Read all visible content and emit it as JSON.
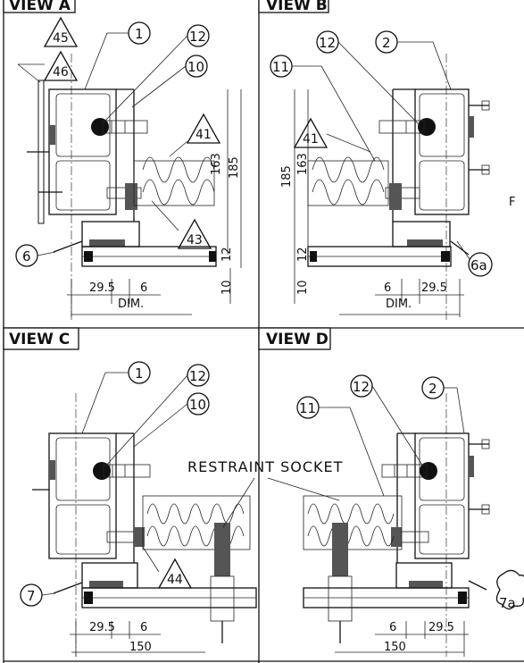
{
  "views": [
    {
      "title": "VIEW A",
      "dims": {
        "d1": "29.5",
        "d2": "6",
        "overall": "DIM.",
        "h1": "163",
        "h2": "185",
        "v1": "12",
        "v2": "10"
      },
      "callouts": [
        "1",
        "12",
        "10",
        "6"
      ],
      "triangles": [
        "45",
        "46",
        "41",
        "43"
      ]
    },
    {
      "title": "VIEW B",
      "dims": {
        "d1": "6",
        "d2": "29.5",
        "overall": "DIM.",
        "h1": "163",
        "h2": "185",
        "v1": "12",
        "v2": "10"
      },
      "callouts": [
        "12",
        "2",
        "11",
        "6a"
      ],
      "triangles": [
        "41"
      ],
      "edge_letter": "F"
    },
    {
      "title": "VIEW C",
      "dims": {
        "d1": "29.5",
        "d2": "6",
        "overall": "150"
      },
      "callouts": [
        "1",
        "12",
        "10",
        "7"
      ],
      "triangles": [
        "44"
      ]
    },
    {
      "title": "VIEW D",
      "dims": {
        "d1": "6",
        "d2": "29.5",
        "overall": "150"
      },
      "callouts": [
        "11",
        "12",
        "2",
        "7a"
      ]
    }
  ],
  "shared_label": "RESTRAINT SOCKET"
}
